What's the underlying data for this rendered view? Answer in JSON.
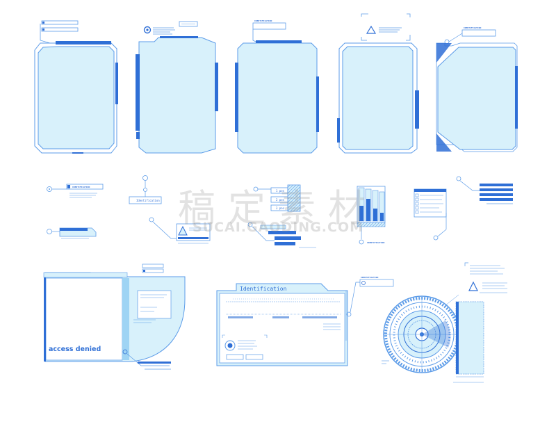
{
  "watermark": {
    "chinese": "稿定素材",
    "latin": "SUCAI.GAODING.COM"
  },
  "labels": {
    "identification_caps": "IDENTIFICATION",
    "identification_title": "Identification",
    "identification_lower": "Identification",
    "access_denied": "access denied",
    "pos_1": "1 pos",
    "pos_2": "2 pos",
    "pos_3": "3 pos"
  },
  "colors": {
    "fill": "#d8f1fb",
    "line": "#5b9be8",
    "accent": "#2f6fd6",
    "background": "#ffffff"
  }
}
